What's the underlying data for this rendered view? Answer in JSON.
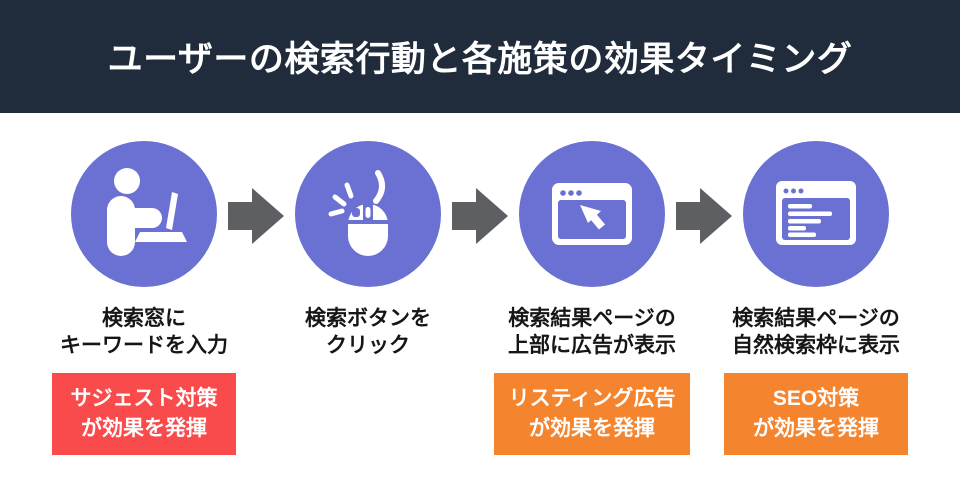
{
  "header": {
    "title": "ユーザーの検索行動と各施策の効果タイミング",
    "bg": "#202b3b"
  },
  "colors": {
    "circle": "#6a71d3",
    "arrow": "#5d5f62",
    "suggest_red": "#f94b4b",
    "listing_orange": "#f5842e",
    "seo_orange": "#f5842e"
  },
  "steps": [
    {
      "icon": "person-at-laptop-icon",
      "label_line1": "検索窓に",
      "label_line2": "キーワードを入力",
      "effect": {
        "line1": "サジェスト対策",
        "line2": "が効果を発揮",
        "color": "#f94b4b"
      }
    },
    {
      "icon": "mouse-click-icon",
      "label_line1": "検索ボタンを",
      "label_line2": "クリック"
    },
    {
      "icon": "browser-ad-cursor-icon",
      "label_line1": "検索結果ページの",
      "label_line2": "上部に広告が表示",
      "effect": {
        "line1": "リスティング広告",
        "line2": "が効果を発揮",
        "color": "#f5842e"
      }
    },
    {
      "icon": "browser-organic-results-icon",
      "label_line1": "検索結果ページの",
      "label_line2": "自然検索枠に表示",
      "effect": {
        "line1": "SEO対策",
        "line2": "が効果を発揮",
        "color": "#f5842e"
      }
    }
  ]
}
